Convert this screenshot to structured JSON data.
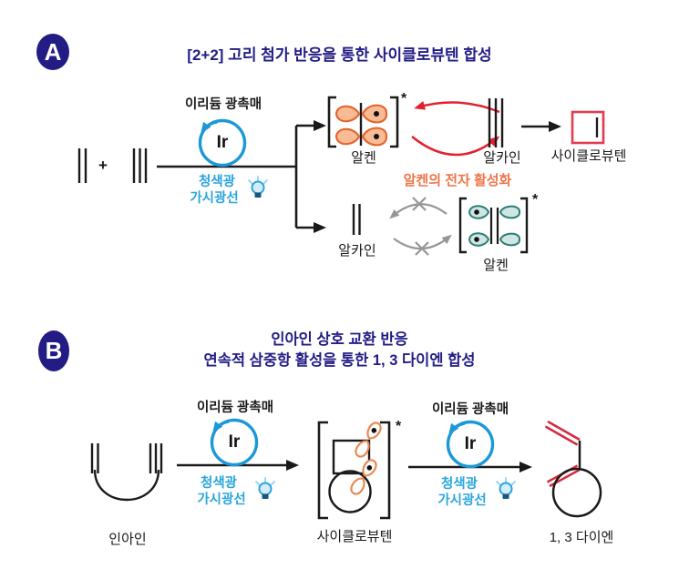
{
  "panel_a": {
    "badge": "A",
    "title": "[2+2] 고리 첨가 반응을 통한 사이클로뷰텐 합성",
    "plus_sign": "+",
    "catalyst": {
      "label": "이리듐 광촉매",
      "symbol": "Ir",
      "light_line1": "청색광",
      "light_line2": "가시광선"
    },
    "upper_branch": {
      "excited_alkene_label": "알켄",
      "excited_mark": "*",
      "alkyne_label": "알카인",
      "product_label": "사이클로뷰텐"
    },
    "caption": "알켄의 전자 활성화",
    "lower_branch": {
      "alkyne_label": "알카인",
      "excited_alkene_label": "알켄",
      "excited_mark": "*"
    }
  },
  "panel_b": {
    "badge": "B",
    "title_line1": "인아인 상호 교환 반응",
    "title_line2": "연속적 삼중항 활성을 통한 1, 3 다이엔 합성",
    "enyne_label": "인아인",
    "step1_catalyst": {
      "label": "이리듐 광촉매",
      "symbol": "Ir",
      "light_line1": "청색광",
      "light_line2": "가시광선"
    },
    "intermediate_label": "사이클로뷰텐",
    "intermediate_mark": "*",
    "step2_catalyst": {
      "label": "이리듐 광촉매",
      "symbol": "Ir",
      "light_line1": "청색광",
      "light_line2": "가시광선"
    },
    "product_label": "1, 3 다이엔"
  },
  "icons": {
    "catalytic_cycle": "circular-arrow",
    "light_source": "light-bulb"
  },
  "colors": {
    "navy": "#231c85",
    "black": "#1a1a1a",
    "ir_blue": "#1b98d8",
    "light_blue_text": "#2aa5dc",
    "red_cycle": "#e5202e",
    "crimson_ring": "#e23b50",
    "orange_orbital_stroke": "#e2622a",
    "orange_orbital_fill": "#f8bb95",
    "orange_caption": "#ef7549",
    "teal_orbital_stroke": "#2f7e78",
    "teal_orbital_fill": "#cfe6e2",
    "gray_cycle": "#969696"
  }
}
